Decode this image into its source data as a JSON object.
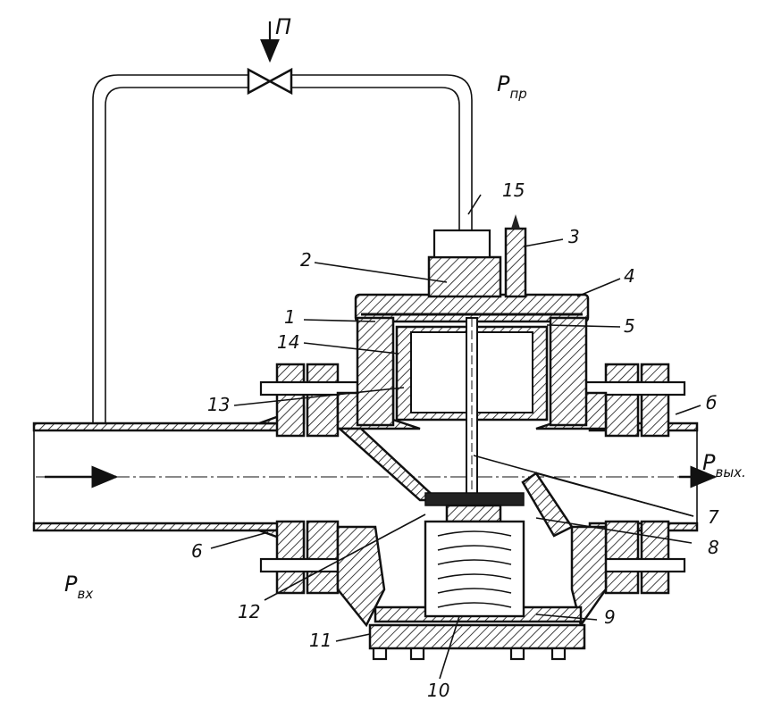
{
  "supply_label": "П",
  "pressure_labels": {
    "control": {
      "main": "P",
      "sub": "пр"
    },
    "inlet": {
      "main": "P",
      "sub": "вх"
    },
    "outlet": {
      "main": "P",
      "sub": "вых."
    }
  },
  "parts": [
    {
      "id": "1",
      "label": "1"
    },
    {
      "id": "2",
      "label": "2"
    },
    {
      "id": "3",
      "label": "3"
    },
    {
      "id": "4",
      "label": "4"
    },
    {
      "id": "5",
      "label": "5"
    },
    {
      "id": "6r",
      "label": "б"
    },
    {
      "id": "6l",
      "label": "6"
    },
    {
      "id": "7",
      "label": "7"
    },
    {
      "id": "8",
      "label": "8"
    },
    {
      "id": "9",
      "label": "9"
    },
    {
      "id": "10",
      "label": "10"
    },
    {
      "id": "11",
      "label": "11"
    },
    {
      "id": "12",
      "label": "12"
    },
    {
      "id": "13",
      "label": "13"
    },
    {
      "id": "14",
      "label": "14"
    },
    {
      "id": "15",
      "label": "15"
    }
  ]
}
